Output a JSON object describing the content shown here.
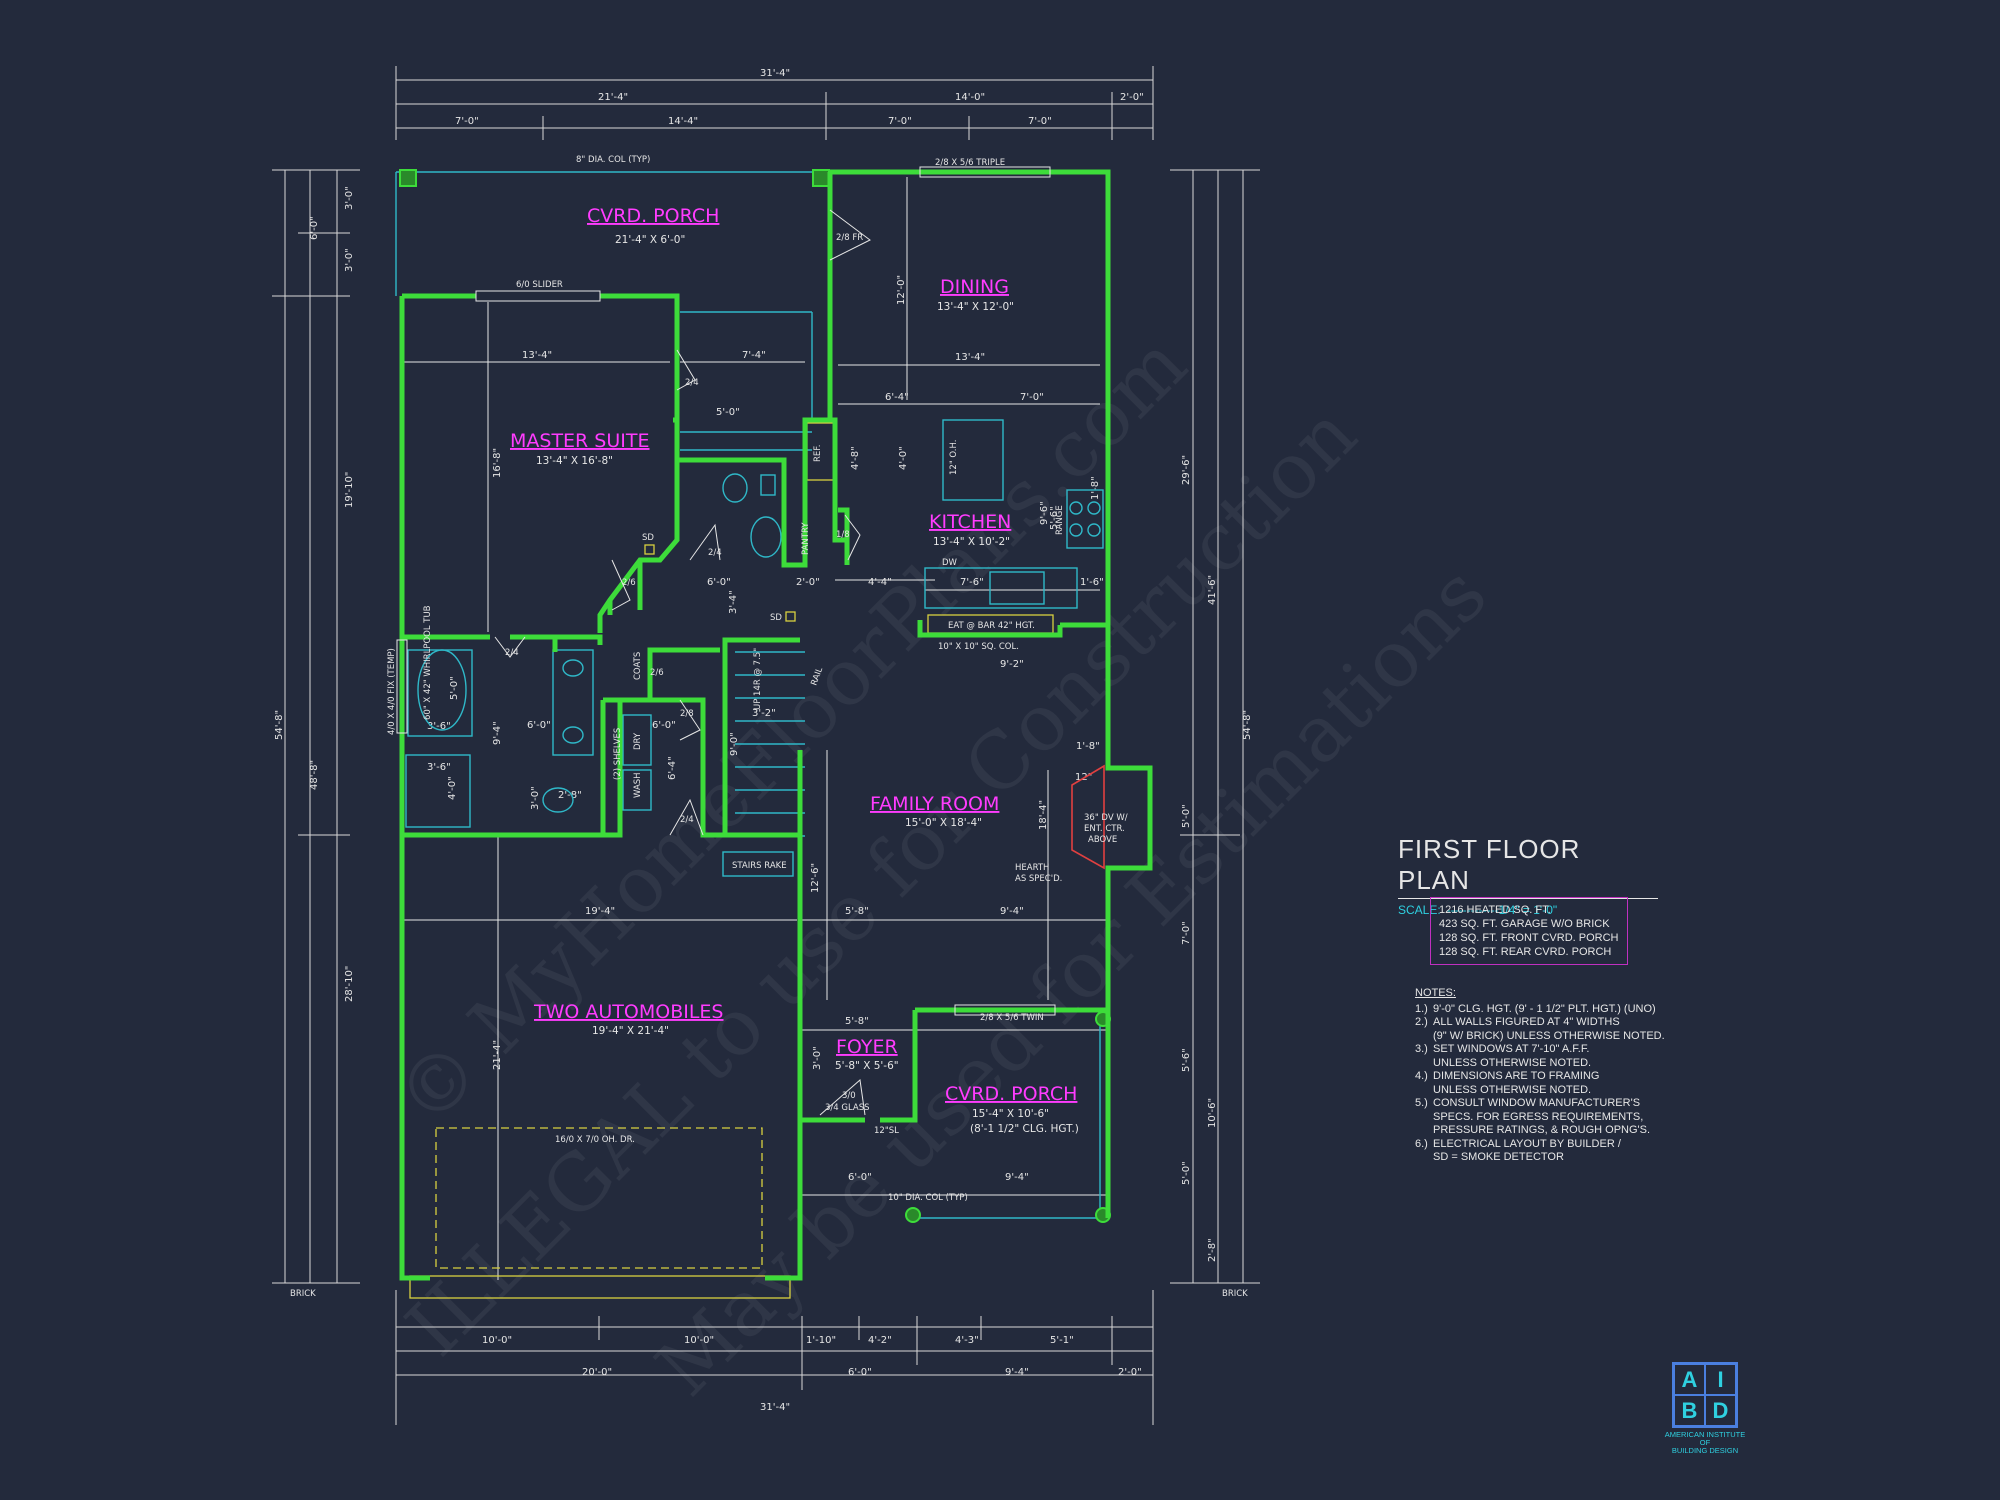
{
  "plan_title": "FIRST FLOOR PLAN",
  "scale": {
    "label": "SCALE:",
    "value": "-------------1/4\" = 1'-0\""
  },
  "rooms": [
    {
      "name": "CVRD. PORCH",
      "size": "21'-4\" X 6'-0\""
    },
    {
      "name": "DINING",
      "size": "13'-4\" X 12'-0\""
    },
    {
      "name": "MASTER SUITE",
      "size": "13'-4\" X 16'-8\""
    },
    {
      "name": "KITCHEN",
      "size": "13'-4\" X 10'-2\""
    },
    {
      "name": "FAMILY ROOM",
      "size": "15'-0\" X 18'-4\""
    },
    {
      "name": "TWO AUTOMOBILES",
      "size": "19'-4\" X 21'-4\""
    },
    {
      "name": "FOYER",
      "size": "5'-8\" X 5'-6\""
    },
    {
      "name": "CVRD. PORCH",
      "size": "15'-4\" X 10'-6\"",
      "extra": "(8'-1 1/2\" CLG. HGT.)"
    }
  ],
  "dims_top": {
    "overall": "31'-4\"",
    "row2": [
      "21'-4\"",
      "14'-0\"",
      "2'-0\""
    ],
    "row3": [
      "7'-0\"",
      "14'-4\"",
      "7'-0\"",
      "7'-0\""
    ]
  },
  "dims_bottom": {
    "overall": "31'-4\"",
    "row2": [
      "20'-0\"",
      "6'-0\"",
      "9'-4\"",
      "2'-0\""
    ],
    "row1": [
      "10'-0\"",
      "10'-0\"",
      "1'-10\"",
      "4'-2\"",
      "4'-3\"",
      "5'-1\""
    ]
  },
  "dims_left": {
    "overall": "54'-8\"",
    "row2": [
      "6'-0\"",
      "48'-8\""
    ],
    "row3": [
      "3'-0\"",
      "3'-0\"",
      "19'-10\"",
      "28'-10\""
    ]
  },
  "dims_right": {
    "overall": "54'-8\"",
    "row2": [
      "29'-6\"",
      "41'-6\"",
      "10'-6\"",
      "2'-8\""
    ],
    "row3": [
      "5'-0\"",
      "7'-0\"",
      "5'-6\"",
      "5'-0\""
    ]
  },
  "interior_dims": [
    "13'-4\"",
    "7'-4\"",
    "5'-0\"",
    "16'-8\"",
    "12'-0\"",
    "13'-4\"",
    "6'-4\"",
    "7'-0\"",
    "4'-8\"",
    "4'-0\"",
    "6'-0\"",
    "2'-0\"",
    "4'-4\"",
    "7'-6\"",
    "1'-6\"",
    "9'-2\"",
    "3'-4\"",
    "6'-0\"",
    "9'-4\"",
    "3'-6\"",
    "3'-6\"",
    "4'-0\"",
    "5'-0\"",
    "6'-0\"",
    "3'-2\"",
    "9'-0\"",
    "6'-4\"",
    "3'-0\"",
    "2'-8\"",
    "19'-4\"",
    "12'-6\"",
    "5'-8\"",
    "9'-4\"",
    "21'-4\"",
    "18'-4\"",
    "5'-8\"",
    "6'-0\"",
    "9'-4\"",
    "1'-8\"",
    "12\"",
    "3'-0\"",
    "1'-8\"",
    "9'-6\"",
    "5'-6\""
  ],
  "callouts": {
    "col_top": "8\" DIA. COL (TYP)",
    "triple_window": "2/8 X 5/6 TRIPLE",
    "slider": "6/0 SLIDER",
    "door_28fr": "2/8 FR",
    "door_24a": "2/4",
    "door_24b": "2/4",
    "door_26": "2/6",
    "door_24c": "2/4",
    "door_24d": "2/4",
    "door_28": "2/8",
    "door_18": "1/8",
    "door_26b": "2/6",
    "ref": "REF.",
    "pantry": "PANTRY",
    "oh": "12\" O.H.",
    "range": "RANGE",
    "dw": "DW",
    "bar": "EAT @ BAR 42\" HGT.",
    "col_sq": "10\" X 10\" SQ. COL.",
    "sd1": "SD",
    "sd2": "SD",
    "coats": "COATS",
    "up": "UP 14R @ 7.5\"",
    "rail": "RAIL",
    "shelves": "(2) SHELVES",
    "dry": "DRY",
    "wash": "WASH",
    "stairs_rake": "STAIRS RAKE",
    "fix_window": "4/0 X 4/0 FIX (TEMP)",
    "whirlpool": "60\" X 42\" WHIRLPOOL TUB",
    "fireplace": [
      "36\" DV W/",
      "ENT. CTR.",
      "ABOVE"
    ],
    "hearth": [
      "HEARTH",
      "AS SPEC'D."
    ],
    "twin": "2/8 X 5/6 TWIN",
    "front_door": "3/0",
    "front_door2": "3/4 GLASS",
    "sl": "12\"SL",
    "garage_door": "16/0 X 7/0 OH. DR.",
    "col_bot": "10\" DIA. COL (TYP)",
    "brick_left": "BRICK",
    "brick_right": "BRICK"
  },
  "areas": [
    "1216 HEATED SQ. FT.",
    "423 SQ. FT. GARAGE W/O BRICK",
    "128 SQ. FT. FRONT CVRD. PORCH",
    "128 SQ. FT. REAR CVRD. PORCH"
  ],
  "notes_title": "NOTES:",
  "notes": [
    {
      "n": "1.)",
      "t": "9'-0\"  CLG. HGT. (9' - 1 1/2\" PLT. HGT.) (UNO)"
    },
    {
      "n": "2.)",
      "t": "ALL  WALLS FIGURED AT 4\" WIDTHS"
    },
    {
      "n": "",
      "t": "(9\" W/ BRICK) UNLESS OTHERWISE NOTED."
    },
    {
      "n": "3.)",
      "t": "SET WINDOWS AT 7'-10\" A.F.F."
    },
    {
      "n": "",
      "t": "UNLESS OTHERWISE NOTED."
    },
    {
      "n": "4.)",
      "t": "DIMENSIONS ARE TO FRAMING"
    },
    {
      "n": "",
      "t": "UNLESS OTHERWISE NOTED."
    },
    {
      "n": "5.)",
      "t": "CONSULT WINDOW MANUFACTURER'S"
    },
    {
      "n": "",
      "t": "SPECS. FOR EGRESS REQUIREMENTS,"
    },
    {
      "n": "",
      "t": "PRESSURE RATINGS, & ROUGH OPNG'S."
    },
    {
      "n": "6.)",
      "t": "ELECTRICAL LAYOUT BY BUILDER /"
    },
    {
      "n": "",
      "t": "SD = SMOKE DETECTOR"
    }
  ],
  "watermarks": [
    "© MyHomeFloorPlans.com",
    "ILLEGAL to use for Construction",
    "May be used for Estimations"
  ],
  "logo": {
    "letters": [
      "A",
      "I",
      "B",
      "D"
    ],
    "name": [
      "AMERICAN INSTITUTE",
      "OF",
      "BUILDING DESIGN"
    ]
  },
  "colors": {
    "background": "#232a3c",
    "walls": "#3ddc3a",
    "room_labels": "#ff3cff",
    "fixtures": "#2fb8c8",
    "accent": "#d8d040"
  }
}
